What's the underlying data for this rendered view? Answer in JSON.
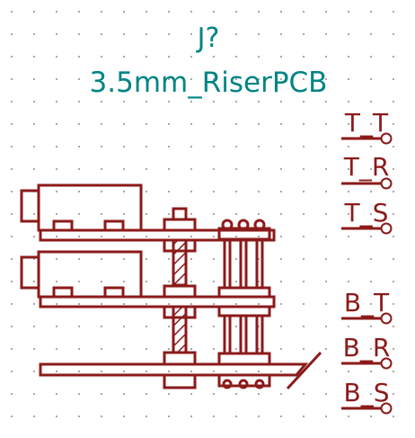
{
  "component": {
    "reference": "J?",
    "value": "3.5mm_RiserPCB"
  },
  "pins": [
    {
      "label": "T_T"
    },
    {
      "label": "T_R"
    },
    {
      "label": "T_S"
    },
    {
      "label": "B_T"
    },
    {
      "label": "B_R"
    },
    {
      "label": "B_S"
    }
  ],
  "colors": {
    "body": "#8b1a1a",
    "text": "#008484",
    "grid_dot": "#9a9a9a",
    "background": "#ffffff"
  }
}
